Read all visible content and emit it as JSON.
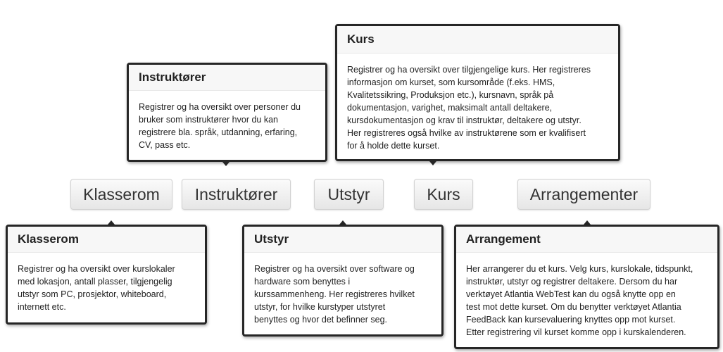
{
  "nav": {
    "buttons": [
      {
        "label": "Klasserom"
      },
      {
        "label": "Instruktører"
      },
      {
        "label": "Utstyr"
      },
      {
        "label": "Kurs"
      },
      {
        "label": "Arrangementer"
      }
    ]
  },
  "popovers": {
    "instruktorer": {
      "title": "Instruktører",
      "lines": [
        "Registrer og ha oversikt over personer du",
        "bruker som instruktører hvor du kan",
        "registrere bla. språk, utdanning, erfaring,",
        "CV, pass etc."
      ]
    },
    "kurs": {
      "title": "Kurs",
      "lines": [
        "Registrer og ha oversikt over tilgjengelige kurs. Her registreres",
        "informasjon om kurset, som kursområde (f.eks. HMS,",
        "Kvalitetssikring, Produksjon etc.), kursnavn, språk på",
        "dokumentasjon, varighet, maksimalt antall deltakere,",
        "kursdokumentasjon og krav til instruktør, deltakere og utstyr.",
        "Her registreres også hvilke av instruktørene som er kvalifisert",
        "for å holde dette kurset."
      ]
    },
    "klasserom": {
      "title": "Klasserom",
      "lines": [
        "Registrer og ha oversikt over kurslokaler",
        "med lokasjon, antall plasser, tilgjengelig",
        "utstyr som PC, prosjektor, whiteboard,",
        "internett etc."
      ]
    },
    "utstyr": {
      "title": "Utstyr",
      "lines": [
        "Registrer og ha oversikt over software og",
        "hardware som benyttes i",
        "kurssammenheng. Her registreres hvilket",
        "utstyr, for hvilke kurstyper utstyret",
        "benyttes og hvor det befinner seg."
      ]
    },
    "arrangement": {
      "title": "Arrangement",
      "lines": [
        "Her arrangerer du et kurs. Velg kurs, kurslokale, tidspunkt,",
        "instruktør, utstyr og registrer deltakere. Dersom du har",
        "verktøyet Atlantia WebTest kan du også knytte opp en",
        "test mot dette kurset. Om du benytter verktøyet Atlantia",
        "FeedBack kan kursevaluering knyttes opp mot kurset.",
        "Etter registrering vil kurset komme opp i kurskalenderen."
      ]
    }
  }
}
